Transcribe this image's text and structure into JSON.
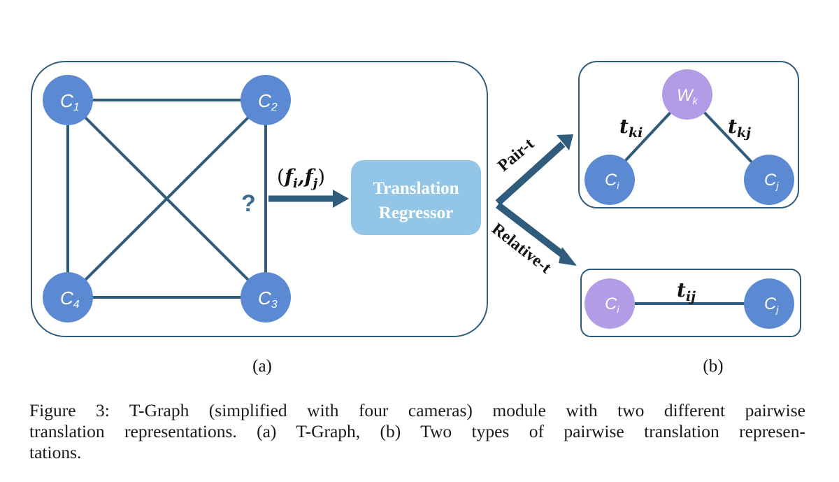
{
  "figure": {
    "colors": {
      "border": "#2f5b7c",
      "edge": "#2f5b7c",
      "camera_node": "#5b8ad2",
      "world_node": "#b39ce6",
      "regressor_box": "#93c6e6",
      "arrow": "#2f5b7c",
      "question": "#3d6a8f"
    },
    "panel_a": {
      "nodes": [
        {
          "id": "c1",
          "label": "C",
          "sub": "1"
        },
        {
          "id": "c2",
          "label": "C",
          "sub": "2"
        },
        {
          "id": "c3",
          "label": "C",
          "sub": "3"
        },
        {
          "id": "c4",
          "label": "C",
          "sub": "4"
        }
      ],
      "edges": [
        [
          "c1",
          "c2"
        ],
        [
          "c1",
          "c4"
        ],
        [
          "c1",
          "c3"
        ],
        [
          "c2",
          "c4"
        ],
        [
          "c2",
          "c3"
        ],
        [
          "c4",
          "c3"
        ]
      ],
      "question_mark": "?",
      "feature_pair_label": "(f",
      "feature_pair": {
        "open": "(",
        "f1": "f",
        "s1": "i",
        "comma": ",",
        "f2": "f",
        "s2": "j",
        "close": ")"
      },
      "regressor": {
        "line1": "Translation",
        "line2": "Regressor"
      },
      "sublabel": "(a)"
    },
    "branches": {
      "pair": "Pair-t",
      "relative": "Relative-t"
    },
    "panel_b_top": {
      "nodes": [
        {
          "id": "wk",
          "label": "W",
          "sub": "k",
          "type": "world"
        },
        {
          "id": "ci",
          "label": "C",
          "sub": "i",
          "type": "camera"
        },
        {
          "id": "cj",
          "label": "C",
          "sub": "j",
          "type": "camera"
        }
      ],
      "edge_labels": [
        {
          "base": "t",
          "sub": "ki"
        },
        {
          "base": "t",
          "sub": "kj"
        }
      ]
    },
    "panel_b_bottom": {
      "nodes": [
        {
          "id": "ci",
          "label": "C",
          "sub": "i",
          "type": "world"
        },
        {
          "id": "cj",
          "label": "C",
          "sub": "j",
          "type": "camera"
        }
      ],
      "edge_label": {
        "base": "t",
        "sub": "ij"
      }
    },
    "sublabel_b": "(b)"
  },
  "caption": {
    "lines": [
      "Figure 3:  T-Graph (simplified with four cameras) module with two different pairwise",
      "translation representations. (a) T-Graph, (b) Two types of pairwise translation represen-",
      "tations."
    ]
  }
}
